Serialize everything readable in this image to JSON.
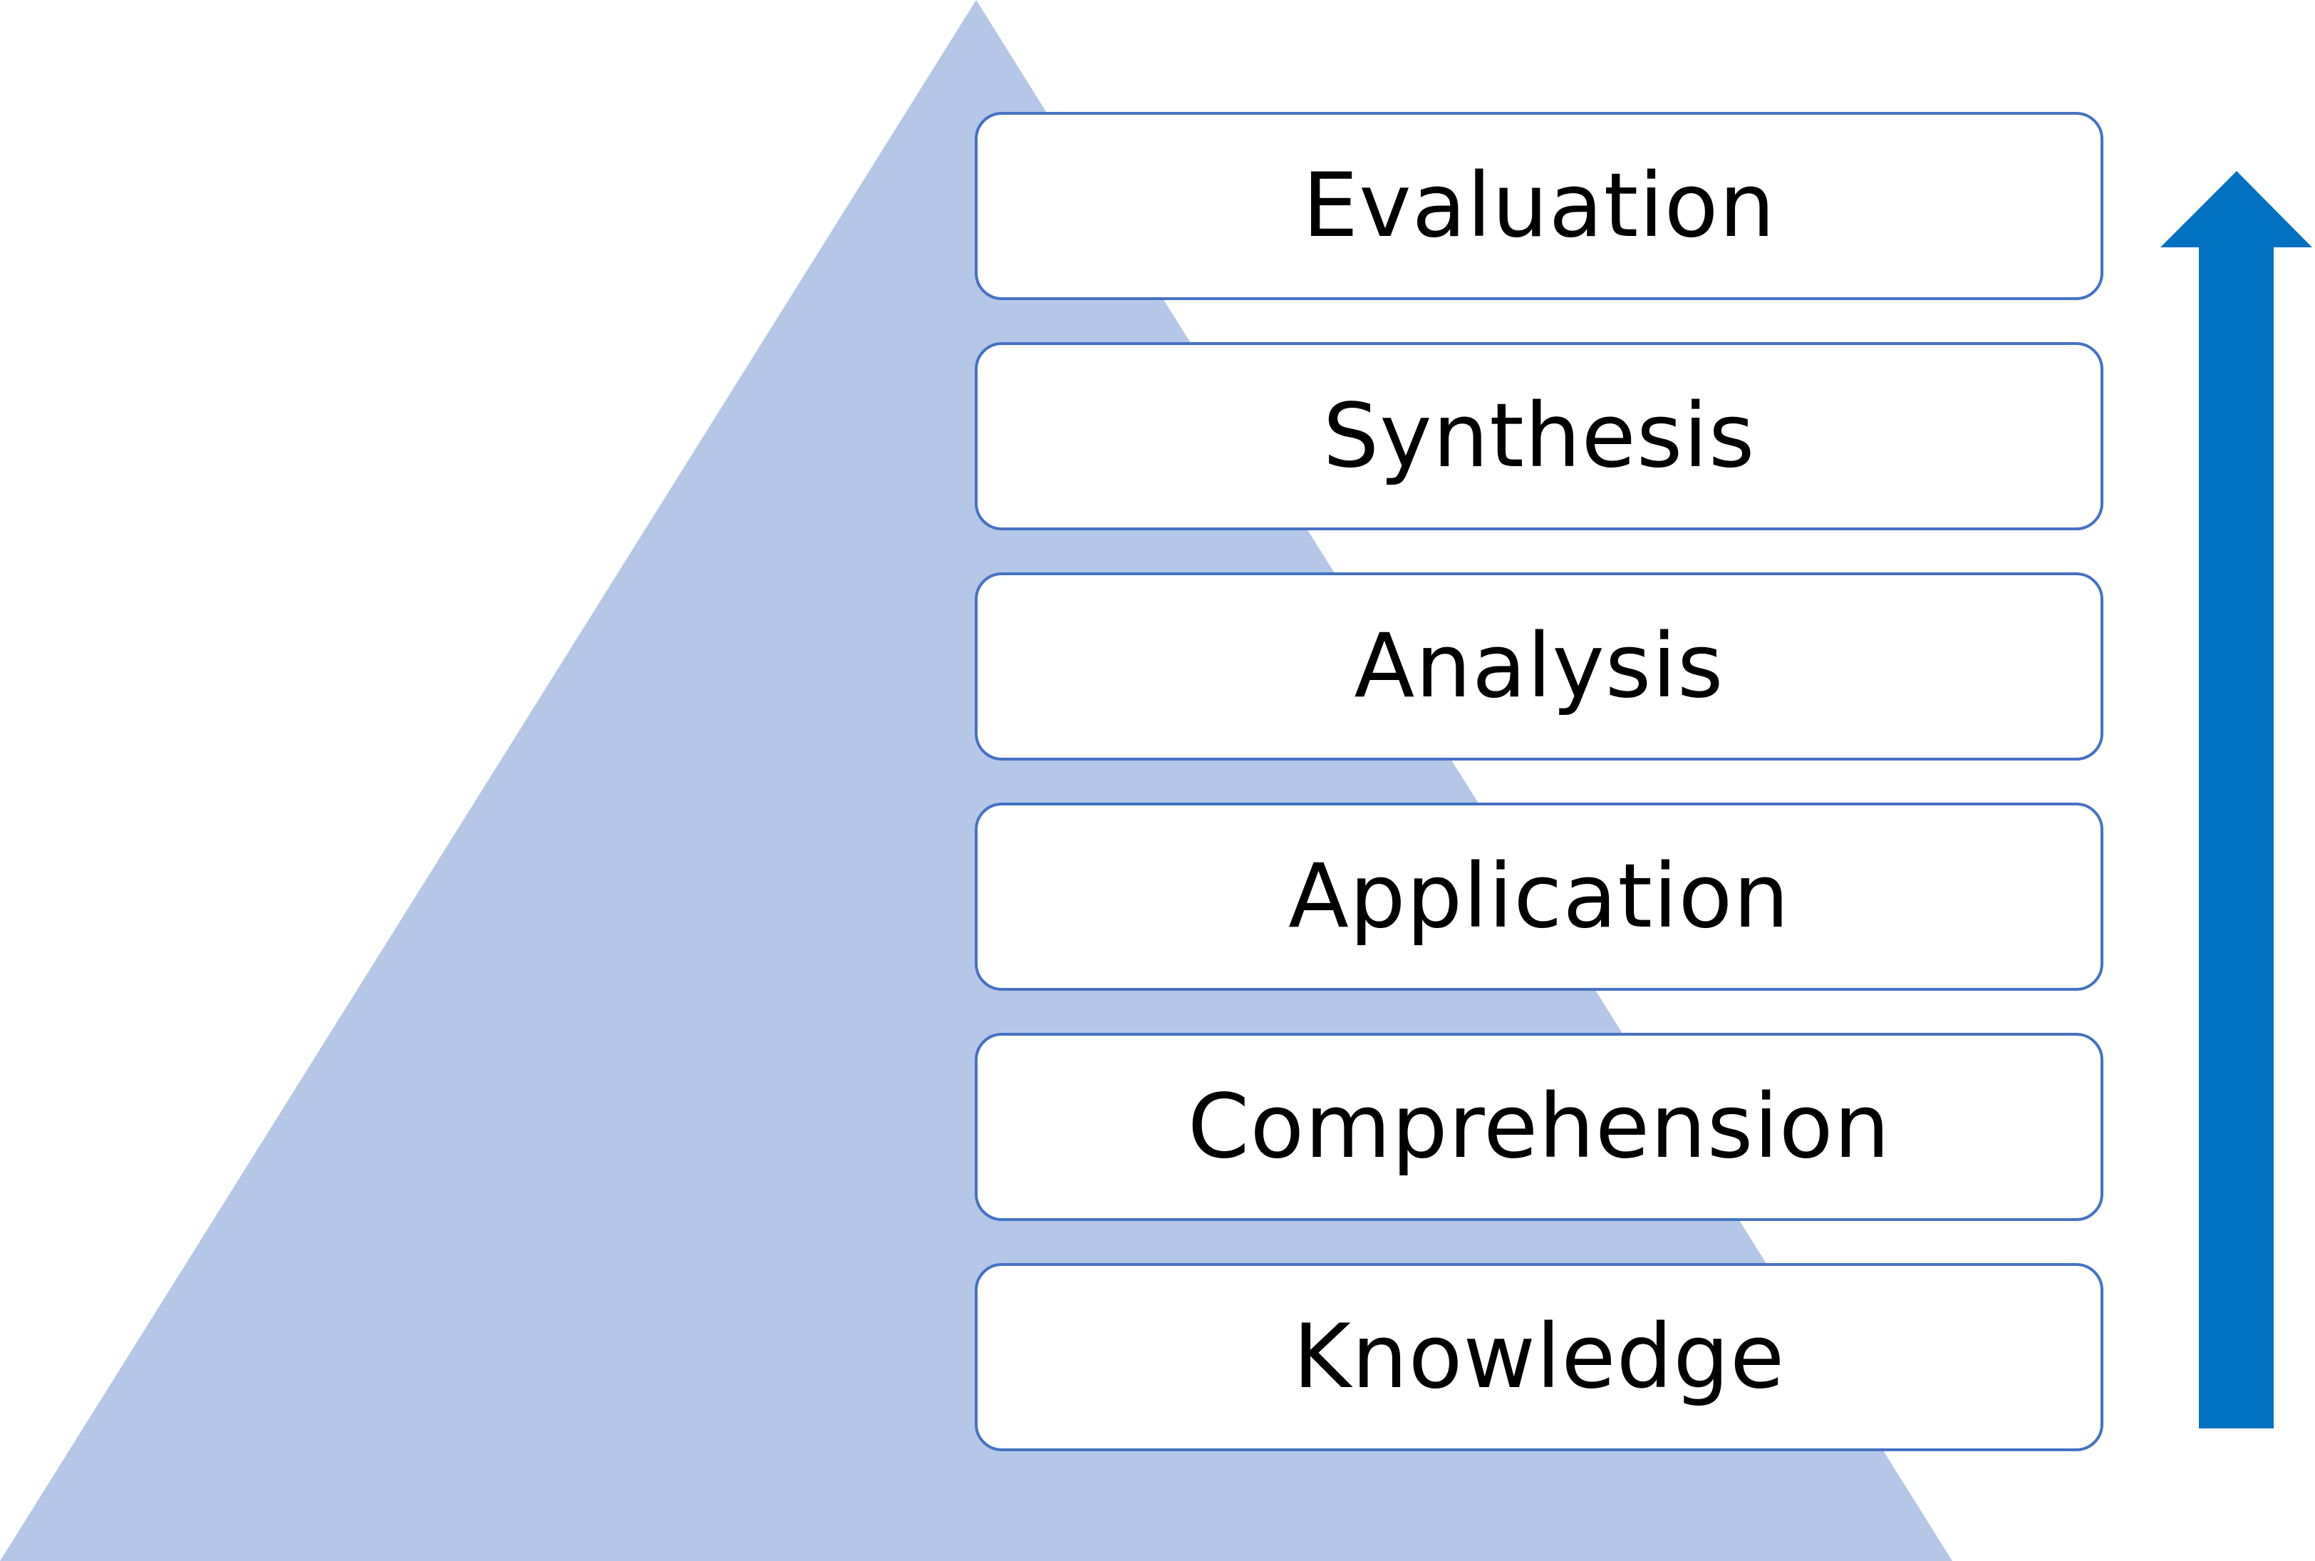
{
  "colors": {
    "pyramid_fill": "#b4c7e7",
    "box_border": "#4472c4",
    "box_fill": "#ffffff",
    "arrow_fill": "#0070c0",
    "text": "#000000"
  },
  "arrow": {
    "icon": "up-arrow-icon",
    "direction": "up"
  },
  "levels": [
    {
      "label": "Evaluation"
    },
    {
      "label": "Synthesis"
    },
    {
      "label": "Analysis"
    },
    {
      "label": "Application"
    },
    {
      "label": "Comprehension"
    },
    {
      "label": "Knowledge"
    }
  ]
}
